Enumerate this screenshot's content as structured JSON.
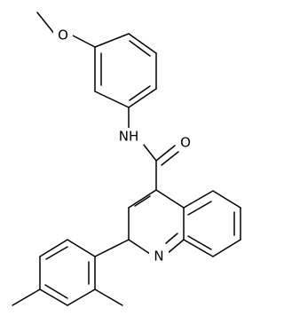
{
  "molecule": {
    "atom_labels": {
      "methoxy_oxygen": "O",
      "amide_nh": "NH",
      "carbonyl_oxygen": "O",
      "quinoline_nitrogen": "N"
    },
    "colors": {
      "bond": "#000000",
      "label": "#000000",
      "background": "#ffffff"
    }
  }
}
